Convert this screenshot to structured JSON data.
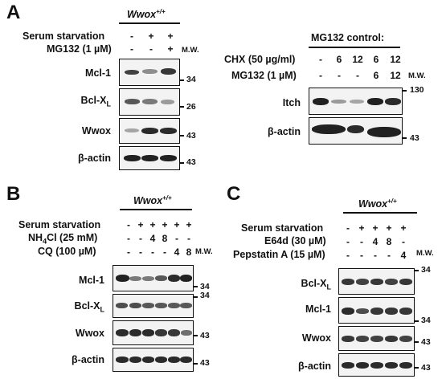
{
  "panels": {
    "A": {
      "letter": "A",
      "genotype": "Wwox",
      "genotype_sup": "+/+",
      "row_labels": [
        "Serum starvation",
        "MG132 (1 µM)"
      ],
      "serum": [
        "-",
        "+",
        "+"
      ],
      "mg132": [
        "-",
        "-",
        "+"
      ],
      "mw_label": "M.W.",
      "blots": [
        {
          "name": "Mcl-1",
          "kda": "34"
        },
        {
          "name": "Bcl-X",
          "sub": "L",
          "kda": "26"
        },
        {
          "name": "Wwox",
          "kda": "43"
        },
        {
          "name": "β-actin",
          "kda": "43"
        }
      ]
    },
    "A_right": {
      "title": "MG132 control:",
      "row_labels": [
        "CHX (50 µg/ml)",
        "MG132 (1 µM)"
      ],
      "chx": [
        "-",
        "6",
        "12",
        "6",
        "12"
      ],
      "mg132": [
        "-",
        "-",
        "-",
        "6",
        "12"
      ],
      "mw_label": "M.W.",
      "blots": [
        {
          "name": "Itch",
          "kda": "130"
        },
        {
          "name": "β-actin",
          "kda": "43"
        }
      ]
    },
    "B": {
      "letter": "B",
      "genotype": "Wwox",
      "genotype_sup": "+/+",
      "row_labels": [
        "Serum starvation",
        "NH4Cl (25 mM)",
        "CQ (100 µM)"
      ],
      "nh4cl_parts": {
        "pre": "NH",
        "sub": "4",
        "post": "Cl (25 mM)"
      },
      "serum": [
        "-",
        "+",
        "+",
        "+",
        "+",
        "+"
      ],
      "nh4cl": [
        "-",
        "-",
        "4",
        "8",
        "-",
        "-"
      ],
      "cq": [
        "-",
        "-",
        "-",
        "-",
        "4",
        "8"
      ],
      "mw_label": "M.W.",
      "blots": [
        {
          "name": "Mcl-1",
          "kda": "34"
        },
        {
          "name": "Bcl-X",
          "sub": "L",
          "kda": "34"
        },
        {
          "name": "Wwox",
          "kda": "43"
        },
        {
          "name": "β-actin",
          "kda": "43"
        }
      ]
    },
    "C": {
      "letter": "C",
      "genotype": "Wwox",
      "genotype_sup": "+/+",
      "row_labels": [
        "Serum starvation",
        "E64d (30 µM)",
        "Pepstatin A (15 µM)"
      ],
      "serum": [
        "-",
        "+",
        "+",
        "+",
        "+"
      ],
      "e64d": [
        "-",
        "-",
        "4",
        "8",
        "-"
      ],
      "pepstatin": [
        "-",
        "-",
        "-",
        "-",
        "4"
      ],
      "mw_label": "M.W.",
      "blots": [
        {
          "name": "Bcl-X",
          "sub": "L",
          "kda": "34"
        },
        {
          "name": "Mcl-1",
          "kda": "34"
        },
        {
          "name": "Wwox",
          "kda": "43"
        },
        {
          "name": "β-actin",
          "kda": "43"
        }
      ]
    }
  }
}
